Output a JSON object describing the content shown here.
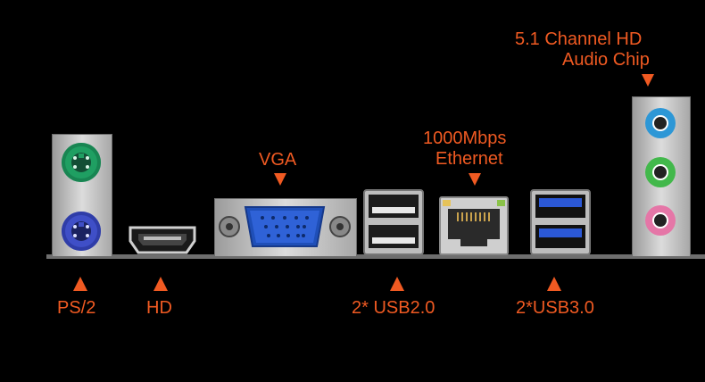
{
  "labels": {
    "audio_line1": "5.1 Channel HD",
    "audio_line2": "Audio Chip",
    "ethernet_line1": "1000Mbps",
    "ethernet_line2": "Ethernet",
    "vga": "VGA",
    "ps2": "PS/2",
    "hd": "HD",
    "usb2": "2* USB2.0",
    "usb3": "2*USB3.0"
  },
  "colors": {
    "label": "#f05a22",
    "ps2_mouse": "#1f9f62",
    "ps2_keyboard": "#3f4fc7",
    "vga_port": "#2f62d7",
    "usb3_blue": "#2b58d6",
    "audio_blue": "#2d97d6",
    "audio_green": "#42b84b",
    "audio_pink": "#e576a7"
  },
  "icons": [
    "ps2-port-icon",
    "hdmi-port-icon",
    "vga-port-icon",
    "usb2-port-icon",
    "ethernet-port-icon",
    "usb3-port-icon",
    "audio-jack-icon"
  ]
}
